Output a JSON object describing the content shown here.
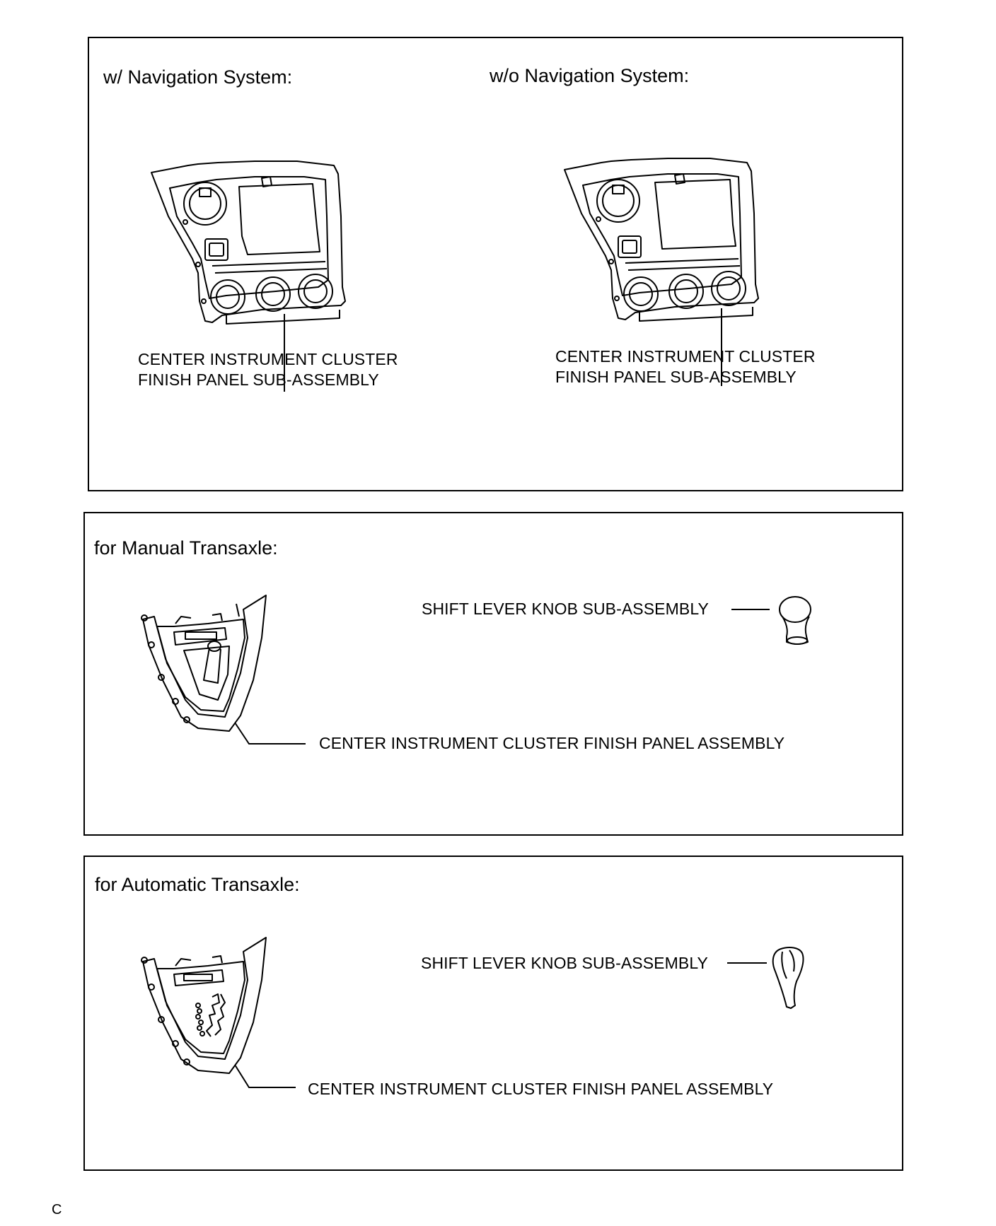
{
  "panels": {
    "navigation": {
      "with_nav": {
        "heading": "w/ Navigation System:",
        "label_line1": "CENTER INSTRUMENT CLUSTER",
        "label_line2": "FINISH PANEL SUB-ASSEMBLY"
      },
      "without_nav": {
        "heading": "w/o Navigation System:",
        "label_line1": "CENTER INSTRUMENT CLUSTER",
        "label_line2": "FINISH PANEL SUB-ASSEMBLY"
      }
    },
    "manual": {
      "heading": "for Manual Transaxle:",
      "knob_label": "SHIFT LEVER KNOB SUB-ASSEMBLY",
      "panel_label": "CENTER INSTRUMENT CLUSTER FINISH PANEL ASSEMBLY"
    },
    "automatic": {
      "heading": "for Automatic Transaxle:",
      "knob_label": "SHIFT LEVER KNOB SUB-ASSEMBLY",
      "panel_label": "CENTER INSTRUMENT CLUSTER FINISH PANEL ASSEMBLY"
    }
  },
  "footer_code": "C"
}
